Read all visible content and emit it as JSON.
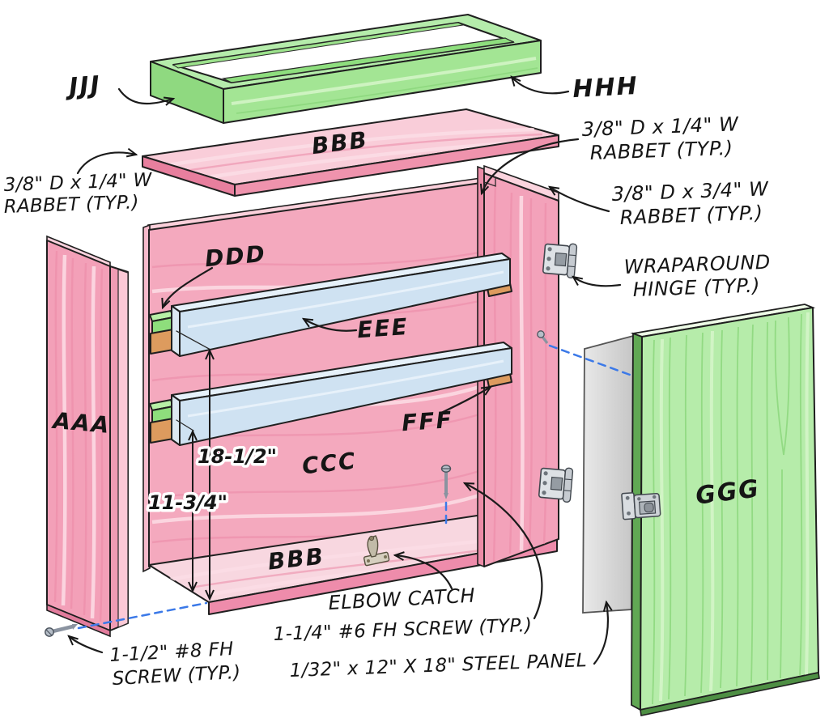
{
  "colors": {
    "background": "#ffffff",
    "outline": "#1f1f1f",
    "wood_pink": "#f4a7bd",
    "wood_pink_light": "#f9cdd9",
    "wood_pink_edge": "#ee8cab",
    "wood_green": "#b5ecaa",
    "wood_green_mid": "#9fe491",
    "wood_green_dark": "#7fd370",
    "rail_blue": "#cfe2f2",
    "cleat_orange": "#dd9b5e",
    "cleat_orange_light": "#f3cda0",
    "steel_gray": "#d9d9d9",
    "hardware_gray": "#d8dce0",
    "alignment_dash_blue": "#3b79e8"
  },
  "parts": {
    "aaa": "AAA",
    "bbb_top": "BBB",
    "bbb_bottom": "BBB",
    "ccc": "CCC",
    "ddd": "DDD",
    "eee": "EEE",
    "fff": "FFF",
    "ggg": "GGG",
    "hhh": "HHH",
    "jjj": "JJJ"
  },
  "dimensions": {
    "upper": "18-1/2\"",
    "lower": "11-3/4\""
  },
  "annotations": {
    "rabbet_left": {
      "line1": "3/8\" D x 1/4\" W",
      "line2": "RABBET (TYP.)"
    },
    "rabbet_top_right": {
      "line1": "3/8\" D x 1/4\" W",
      "line2": "RABBET (TYP.)"
    },
    "rabbet_right": {
      "line1": "3/8\" D x 3/4\" W",
      "line2": "RABBET (TYP.)"
    },
    "wraparound_hinge": {
      "line1": "WRAPAROUND",
      "line2": "HINGE (TYP.)"
    },
    "elbow_catch": "ELBOW CATCH",
    "screw_6": "1-1/4\" #6 FH SCREW (TYP.)",
    "steel_panel": "1/32\" x 12\" X 18\" STEEL PANEL",
    "screw_8": {
      "line1": "1-1/2\" #8 FH",
      "line2": "SCREW (TYP.)"
    }
  }
}
